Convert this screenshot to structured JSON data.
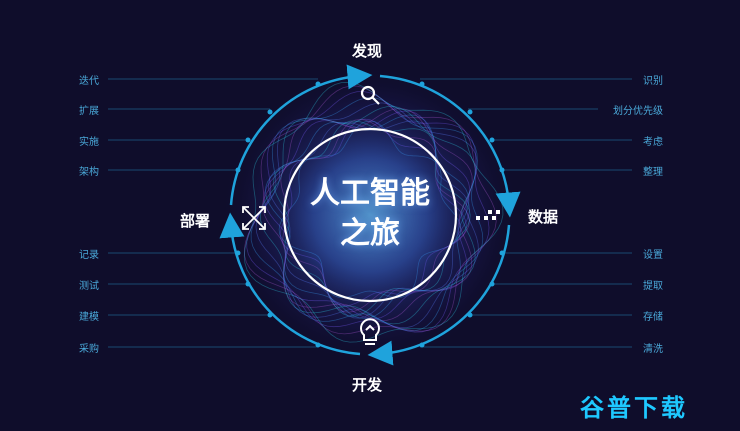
{
  "center_title_line1": "人工智能",
  "center_title_line2": "之旅",
  "phases": {
    "top": "发现",
    "right": "数据",
    "bottom": "开发",
    "left": "部署"
  },
  "left_top_items": [
    "迭代",
    "扩展",
    "实施",
    "架构"
  ],
  "left_bottom_items": [
    "记录",
    "测试",
    "建模",
    "采购"
  ],
  "right_top_items": [
    "识别",
    "划分优先级",
    "考虑",
    "整理"
  ],
  "right_bottom_items": [
    "设置",
    "提取",
    "存储",
    "清洗"
  ],
  "watermark": "谷普下载",
  "colors": {
    "background": "#0f0d2b",
    "ring": "#1fa3dc",
    "label": "#4aa8d8",
    "watermark": "#1ec8ff"
  },
  "icons": {
    "top": "search-icon",
    "right": "data-blocks-icon",
    "bottom": "lightbulb-icon",
    "left": "expand-arrows-icon"
  }
}
